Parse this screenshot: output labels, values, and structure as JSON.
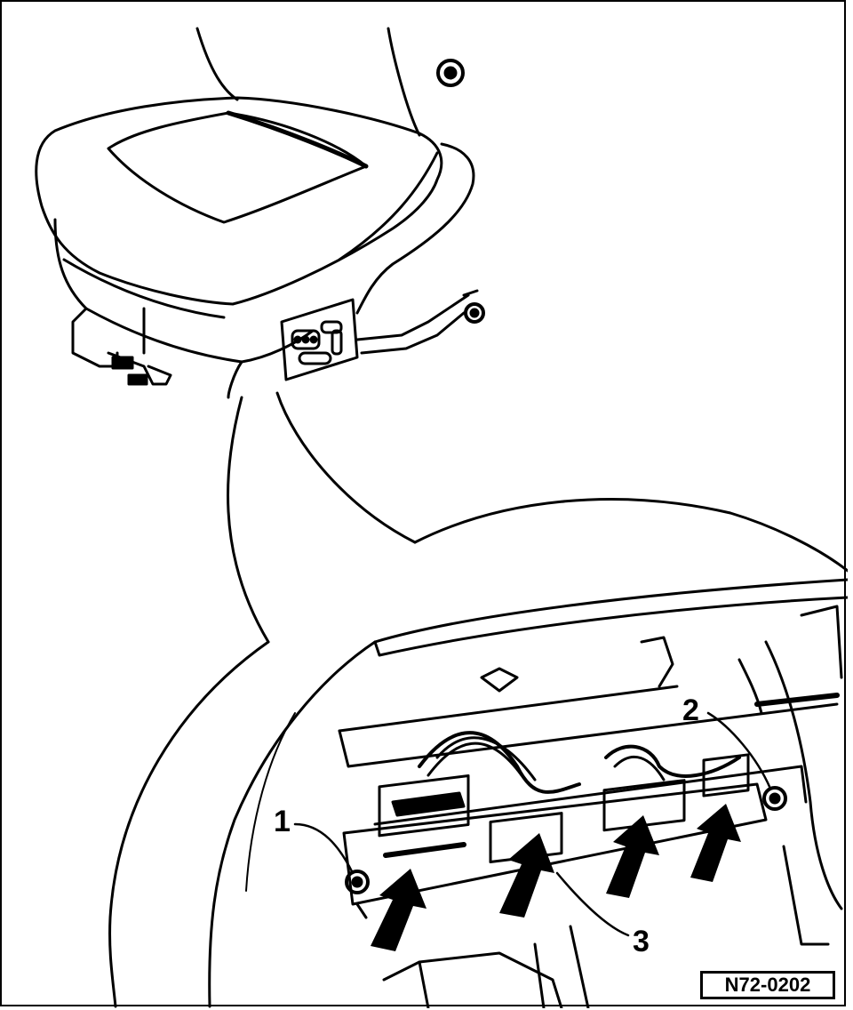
{
  "diagram": {
    "callouts": [
      {
        "id": "1",
        "label": "1"
      },
      {
        "id": "2",
        "label": "2"
      },
      {
        "id": "3",
        "label": "3"
      }
    ],
    "reference_code": "N72-0202",
    "line_color": "#000000",
    "background_color": "#ffffff"
  }
}
